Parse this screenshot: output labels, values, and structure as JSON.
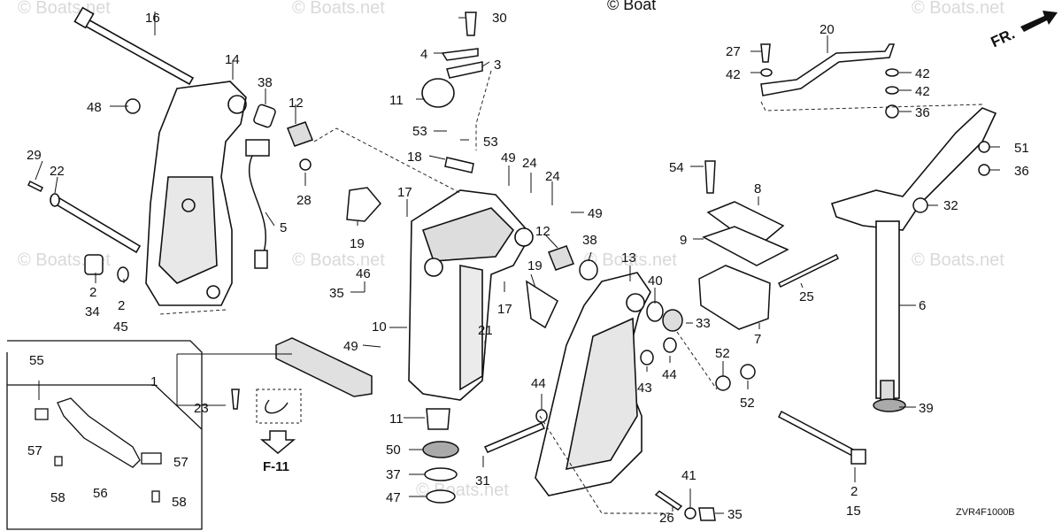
{
  "copyright_top": "© Boat",
  "watermarks": [
    "© Boats.net",
    "© Boats.net",
    "© Boats.net",
    "© Boats.net",
    "© Boats.net",
    "© Boats.net",
    "© Boats.net",
    "© Boats.net"
  ],
  "front_indicator": "FR.",
  "ref_arrow_label": "F-11",
  "diagram_code": "ZVR4F1000B",
  "callouts": [
    "16",
    "14",
    "48",
    "38",
    "12",
    "5",
    "28",
    "29",
    "22",
    "2",
    "34",
    "2",
    "45",
    "30",
    "4",
    "3",
    "11",
    "53",
    "53",
    "18",
    "49",
    "24",
    "24",
    "49",
    "17",
    "19",
    "12",
    "38",
    "46",
    "35",
    "10",
    "49",
    "21",
    "19",
    "17",
    "55",
    "1",
    "23",
    "57",
    "57",
    "56",
    "58",
    "58",
    "11",
    "50",
    "37",
    "47",
    "13",
    "40",
    "33",
    "44",
    "43",
    "44",
    "31",
    "41",
    "26",
    "35",
    "20",
    "27",
    "42",
    "42",
    "42",
    "36",
    "51",
    "36",
    "32",
    "54",
    "8",
    "9",
    "25",
    "7",
    "6",
    "52",
    "52",
    "39",
    "2",
    "15"
  ]
}
